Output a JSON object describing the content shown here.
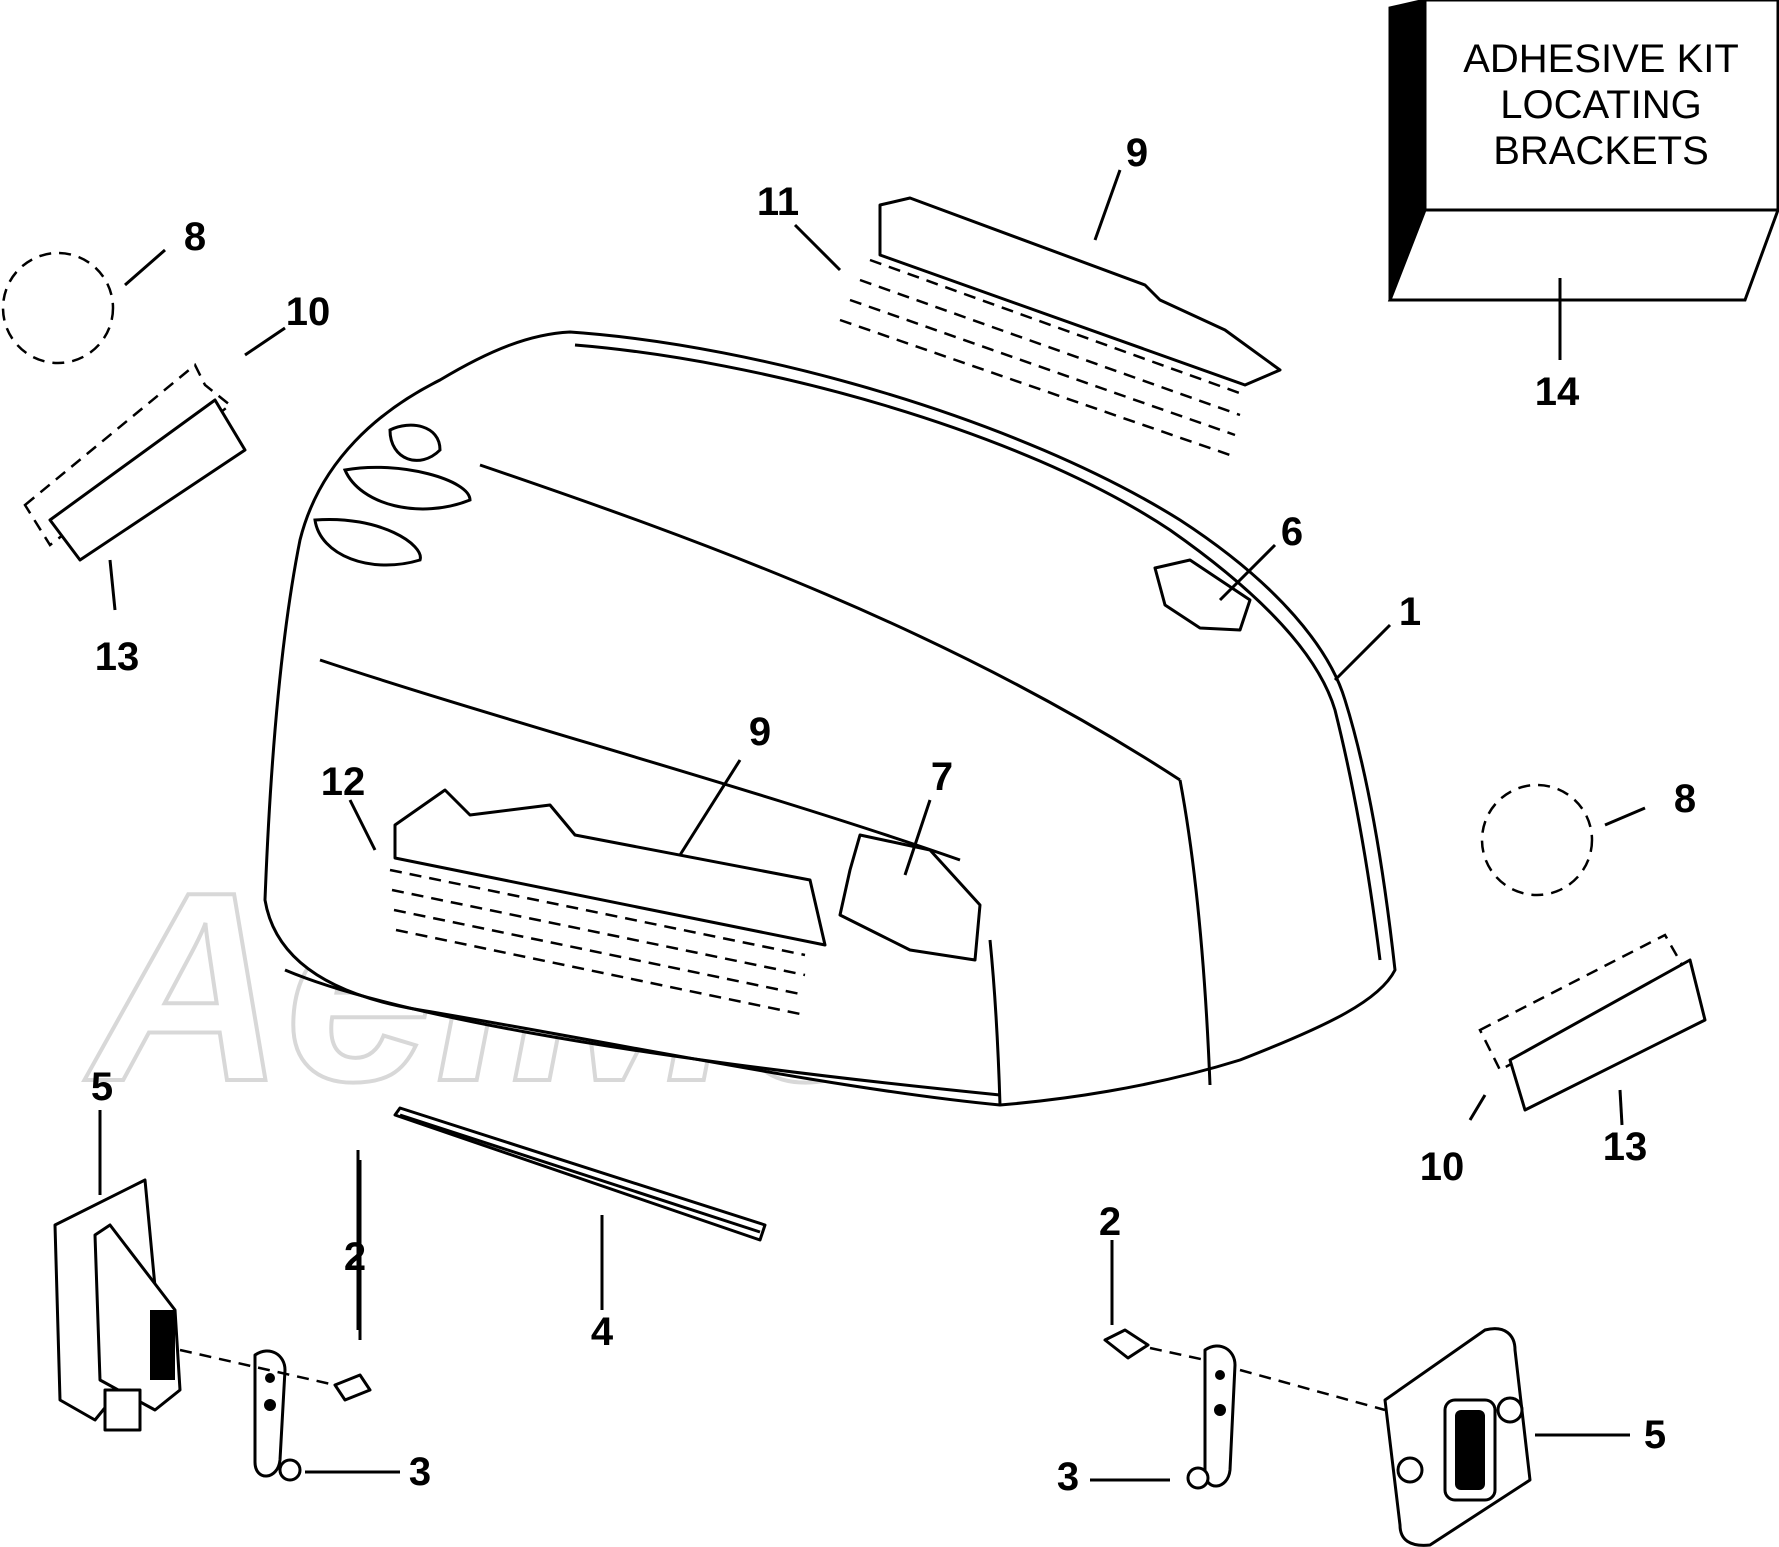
{
  "kit_box": {
    "lines": [
      "ADHESIVE KIT",
      "LOCATING",
      "BRACKETS"
    ]
  },
  "callouts": {
    "c1": "1",
    "c2a": "2",
    "c2b": "2",
    "c3a": "3",
    "c3b": "3",
    "c4": "4",
    "c5a": "5",
    "c5b": "5",
    "c6": "6",
    "c7": "7",
    "c8a": "8",
    "c8b": "8",
    "c9a": "9",
    "c9b": "9",
    "c10a": "10",
    "c10b": "10",
    "c11": "11",
    "c12": "12",
    "c13a": "13",
    "c13b": "13",
    "c14": "14"
  },
  "watermark": {
    "logo": "AeiMoto"
  }
}
